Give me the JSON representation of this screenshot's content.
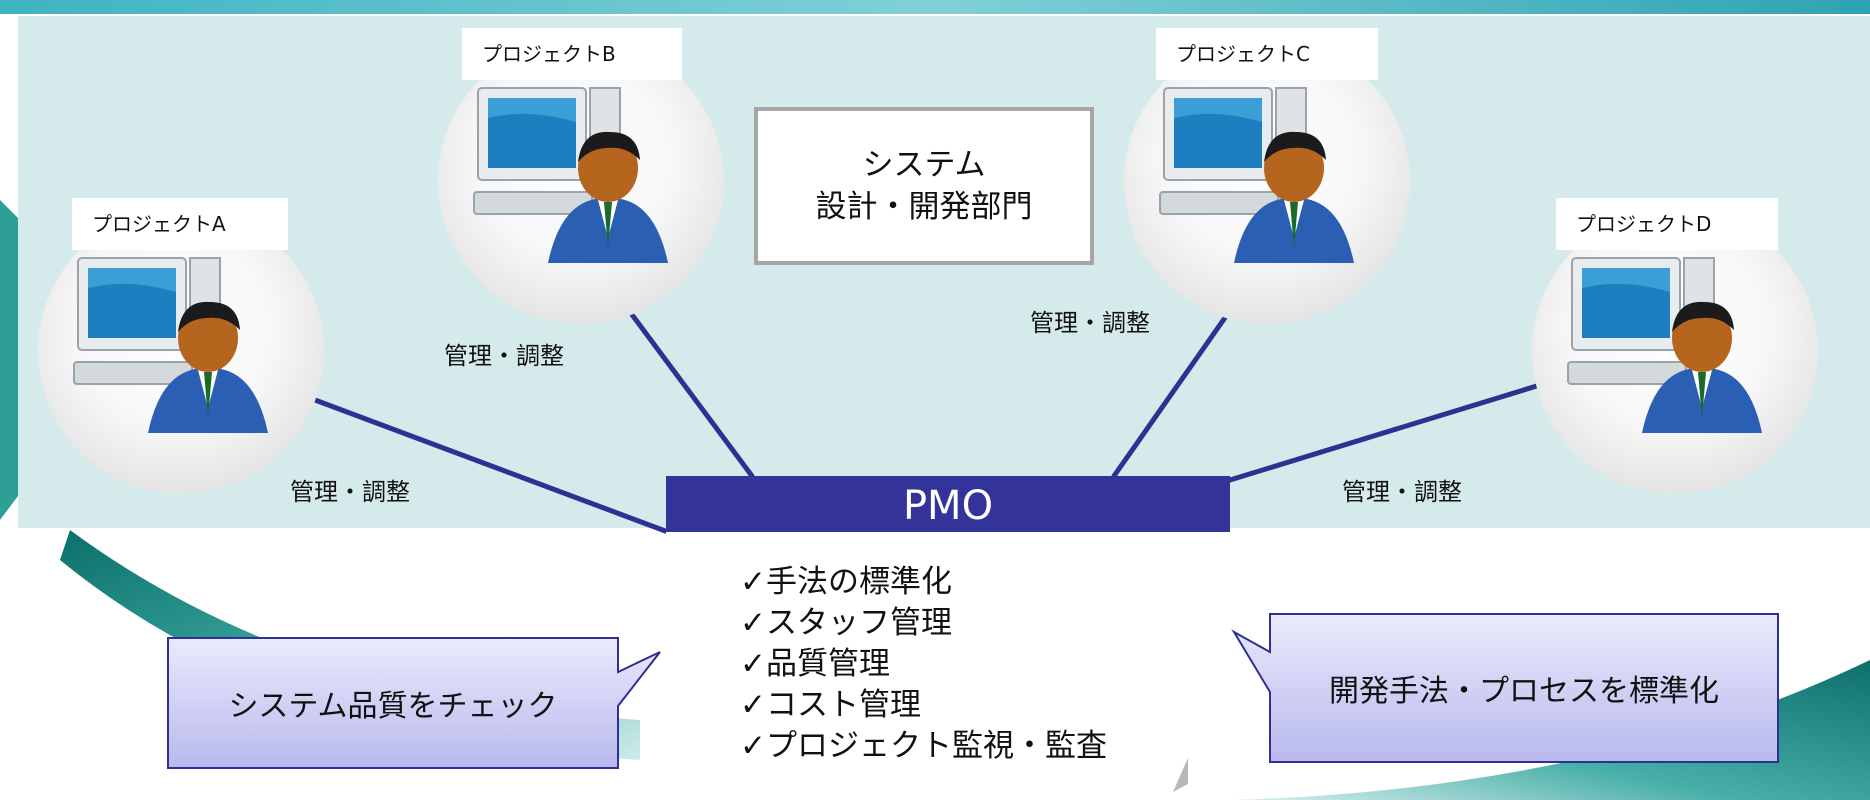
{
  "projects": [
    {
      "label": "プロジェクトA"
    },
    {
      "label": "プロジェクトB"
    },
    {
      "label": "プロジェクトC"
    },
    {
      "label": "プロジェクトD"
    }
  ],
  "management_labels": [
    "管理・調整",
    "管理・調整",
    "管理・調整",
    "管理・調整"
  ],
  "department": {
    "line1": "システム",
    "line2": "設計・開発部門"
  },
  "pmo": {
    "title": "PMO",
    "items": [
      "✓手法の標準化",
      "✓スタッフ管理",
      "✓品質管理",
      "✓コスト管理",
      "✓プロジェクト監視・監査"
    ]
  },
  "callouts": {
    "left": "システム品質をチェック",
    "right": "開発手法・プロセスを標準化"
  },
  "colors": {
    "pmo": "#333399",
    "connector": "#2e3192",
    "panel": "#d5ebeb",
    "callout_border": "#2e3192",
    "callout_fill": "#c9c9f2"
  }
}
